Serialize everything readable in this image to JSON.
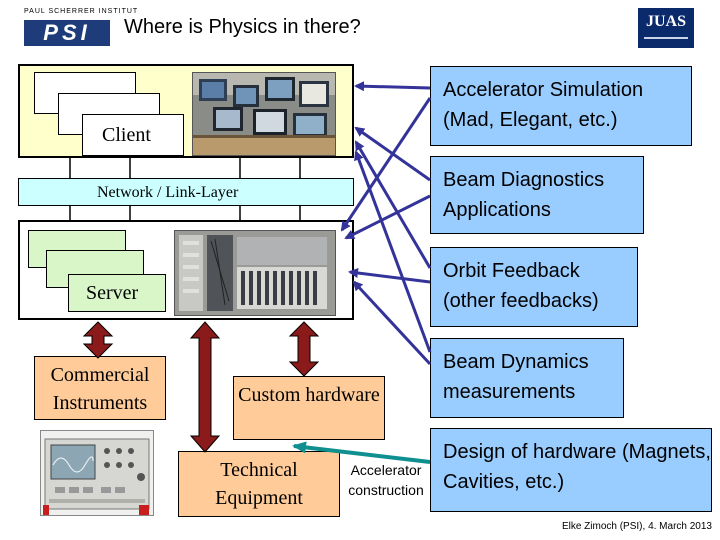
{
  "header": {
    "title": "Where is Physics in there?",
    "psi_logo_top": "PAUL SCHERRER INSTITUT",
    "psi_logo_word": "PSI",
    "juas_logo": "JUAS"
  },
  "diagram": {
    "client_label": "Client",
    "network_label": "Network / Link-Layer",
    "server_label": "Server",
    "commercial_label": "Commercial Instruments",
    "custom_label": "Custom hardware",
    "technical_label": "Technical Equipment",
    "accelerator_construction": "Accelerator construction"
  },
  "physics_boxes": [
    "Accelerator Simulation (Mad, Elegant, etc.)",
    "Beam Diagnostics Applications",
    "Orbit Feedback (other feedbacks)",
    "Beam Dynamics measurements",
    "Design of hardware (Magnets, Cavities, etc.)"
  ],
  "footer": {
    "credit": "Elke Zimoch (PSI), 4. March 2013"
  },
  "colors": {
    "client_band": "#ffffcc",
    "network_band": "#ccffff",
    "physics_box": "#99ccff",
    "hardware_box": "#ffcc99",
    "server_stack": "#d8f6c8",
    "physics_arrow": "#333399",
    "hardware_arrow": "#8b1a1a",
    "construction_arrow": "#0f8f8f"
  }
}
